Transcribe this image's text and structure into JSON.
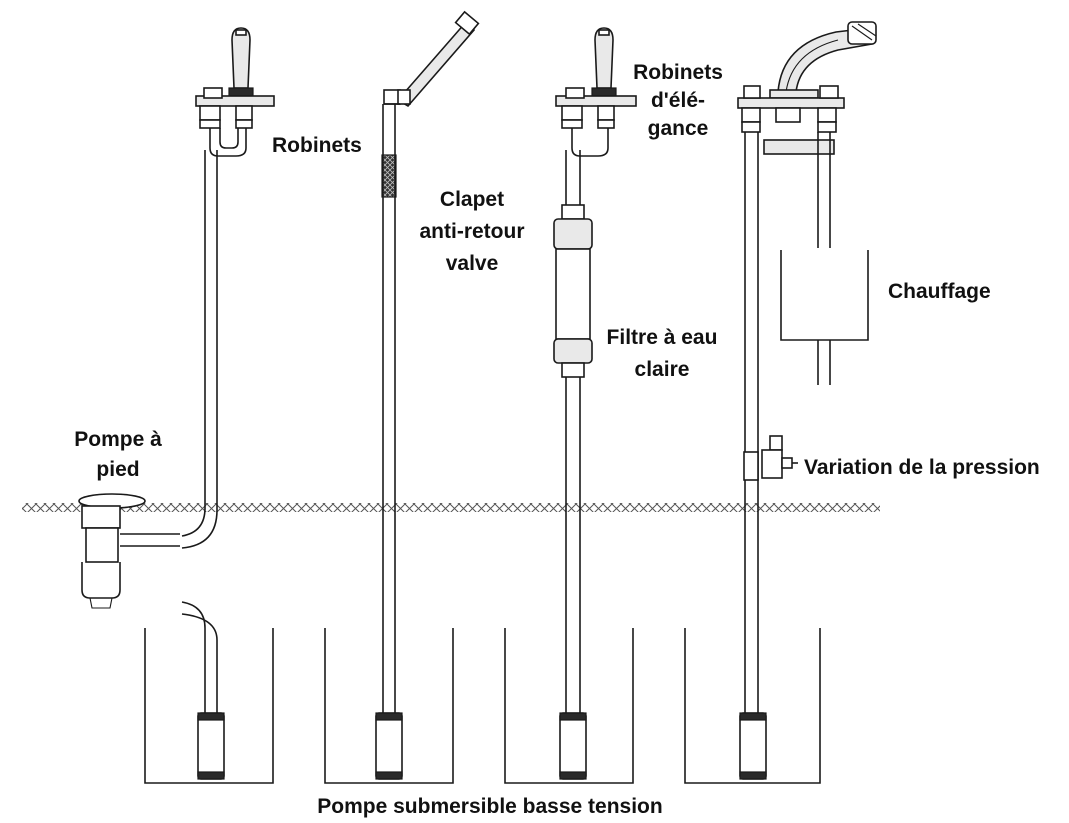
{
  "labels": {
    "robinets": "Robinets",
    "clapet_line1": "Clapet",
    "clapet_line2": "anti-retour",
    "clapet_line3": "valve",
    "robinets_elegance_line1": "Robinets",
    "robinets_elegance_line2": "d'élé-",
    "robinets_elegance_line3": "gance",
    "chauffage": "Chauffage",
    "filtre_line1": "Filtre à eau",
    "filtre_line2": "claire",
    "pompe_pied_line1": "Pompe à",
    "pompe_pied_line2": "pied",
    "variation_pression": "Variation de la pression",
    "pompe_submersible": "Pompe submersible basse tension"
  },
  "colors": {
    "line": "#1a1a1a",
    "text": "#111111",
    "background": "#ffffff"
  }
}
